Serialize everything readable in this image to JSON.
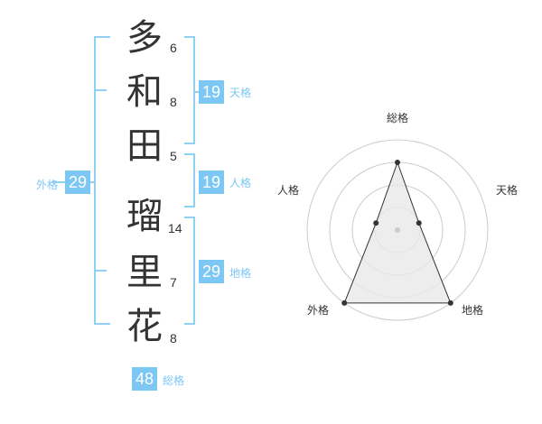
{
  "name_chars": [
    {
      "char": "多",
      "strokes": "6"
    },
    {
      "char": "和",
      "strokes": "8"
    },
    {
      "char": "田",
      "strokes": "5"
    },
    {
      "char": "瑠",
      "strokes": "14"
    },
    {
      "char": "里",
      "strokes": "7"
    },
    {
      "char": "花",
      "strokes": "8"
    }
  ],
  "kaku": {
    "tenkaku": {
      "value": "19",
      "label": "天格"
    },
    "jinkaku": {
      "value": "19",
      "label": "人格"
    },
    "chikaku": {
      "value": "29",
      "label": "地格"
    },
    "gaikaku": {
      "value": "29",
      "label": "外格"
    },
    "soukaku": {
      "value": "48",
      "label": "総格"
    }
  },
  "colors": {
    "accent": "#7cc7f4",
    "bracket": "#8fd0f5",
    "text": "#333333"
  },
  "chart_data": {
    "type": "radar",
    "axes": [
      "総格",
      "天格",
      "地格",
      "外格",
      "人格"
    ],
    "rings": 4,
    "max": 4,
    "values": [
      3,
      1,
      4,
      4,
      1
    ]
  }
}
